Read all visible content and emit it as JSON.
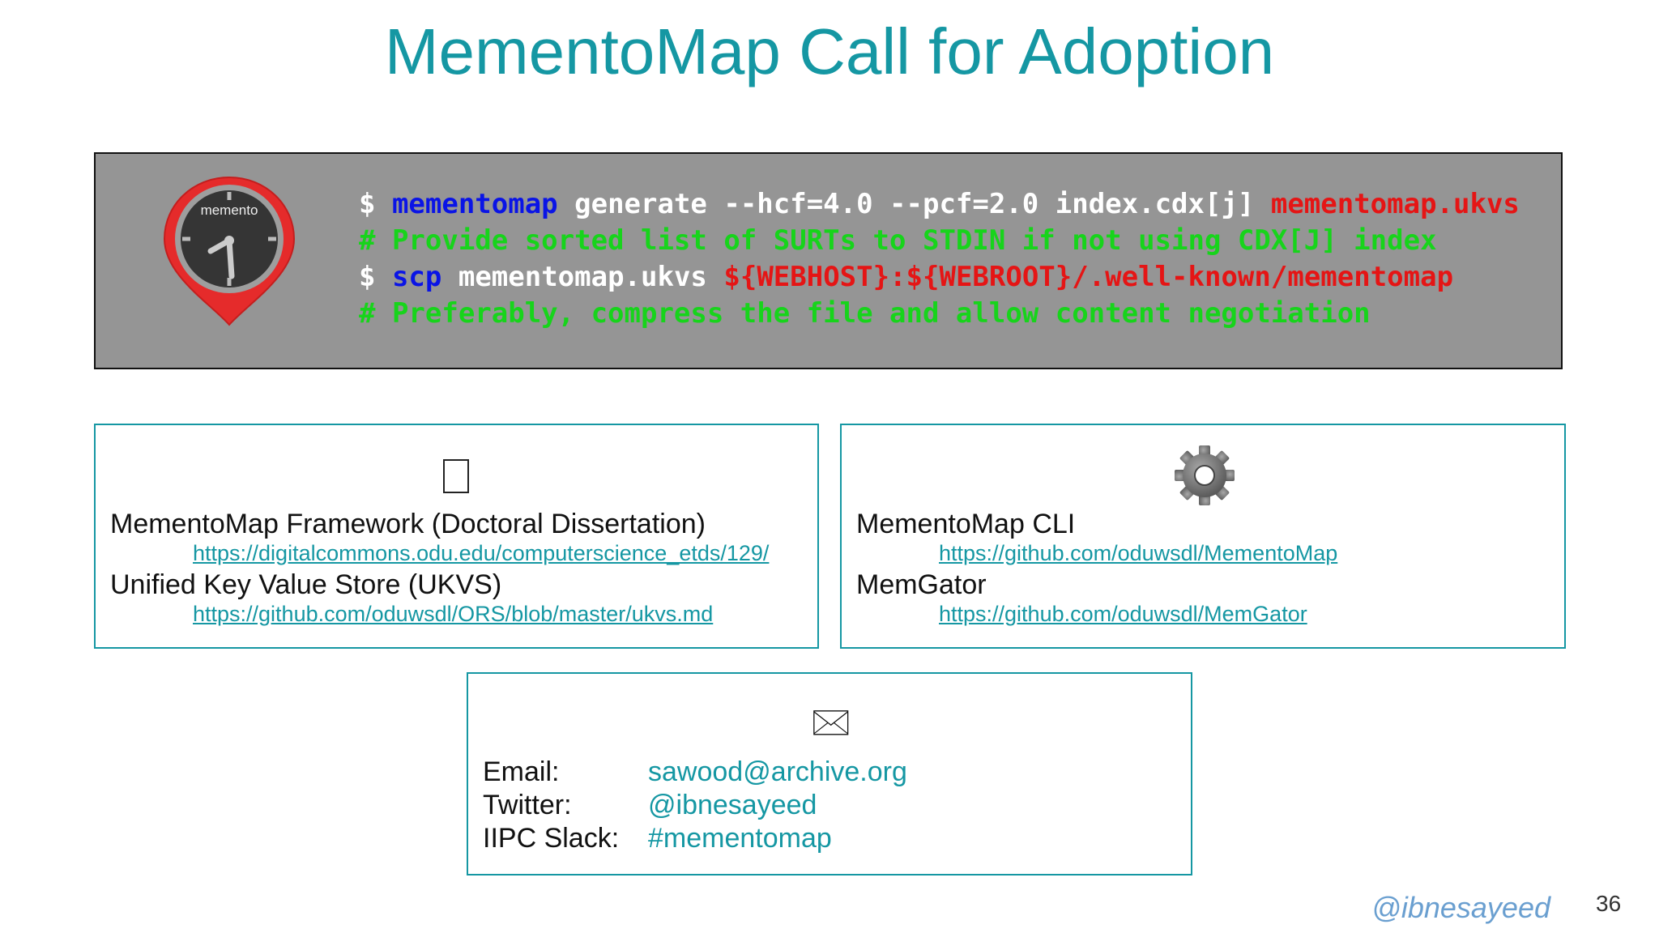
{
  "slide": {
    "title": "MementoMap Call for Adoption",
    "handle": "@ibnesayeed",
    "page_number": "36"
  },
  "logo": {
    "text": "memento",
    "icon": "memento-clock-pin-icon"
  },
  "terminal": {
    "line1": {
      "prompt": "$ ",
      "command": "mementomap",
      "args": " generate --hcf=4.0 --pcf=2.0 index.cdx[j] ",
      "output": "mementomap.ukvs"
    },
    "line2": {
      "comment": "# Provide sorted list of SURTs to STDIN if not using CDX[J] index"
    },
    "line3": {
      "prompt": "$ ",
      "command": "scp",
      "args": " mementomap.ukvs ",
      "dest": "${WEBHOST}:${WEBROOT}/.well-known/mementomap"
    },
    "line4": {
      "comment": "# Preferably, compress the file and allow content negotiation"
    },
    "colors": {
      "command": "#0a14e6",
      "highlight": "#e51515",
      "comment": "#17d41b",
      "text": "#ffffff"
    }
  },
  "research_box": {
    "icon": "document-icon",
    "items": [
      {
        "label": "MementoMap Framework (Doctoral Dissertation)",
        "url": "https://digitalcommons.odu.edu/computerscience_etds/129/"
      },
      {
        "label": "Unified Key Value Store (UKVS)",
        "url": "https://github.com/oduwsdl/ORS/blob/master/ukvs.md"
      }
    ]
  },
  "tools_box": {
    "icon": "gear-icon",
    "items": [
      {
        "label": "MementoMap CLI",
        "url": "https://github.com/oduwsdl/MementoMap"
      },
      {
        "label": "MemGator",
        "url": "https://github.com/oduwsdl/MemGator"
      }
    ]
  },
  "contact_box": {
    "icon": "envelope-icon",
    "envelope_glyph": "🖂",
    "rows": [
      {
        "label": "Email:",
        "value": "sawood@archive.org"
      },
      {
        "label": "Twitter:",
        "value": "@ibnesayeed"
      },
      {
        "label": "IIPC Slack:",
        "value": "#mementomap"
      }
    ]
  },
  "accent_color": "#1597a3"
}
